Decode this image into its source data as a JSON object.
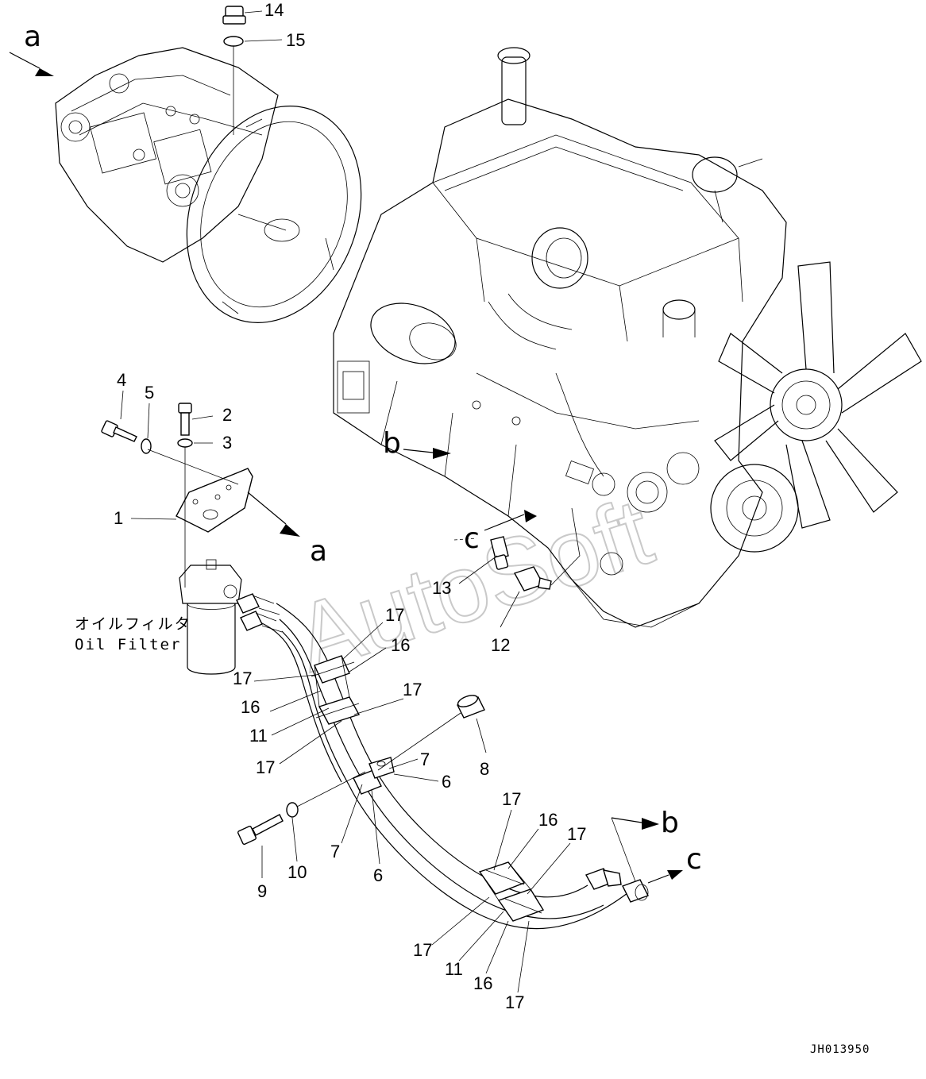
{
  "diagram": {
    "part_numbers": {
      "p1": "1",
      "p2": "2",
      "p3": "3",
      "p4": "4",
      "p5": "5",
      "p6a": "6",
      "p6b": "6",
      "p7a": "7",
      "p7b": "7",
      "p8": "8",
      "p9": "9",
      "p10": "10",
      "p11a": "11",
      "p11b": "11",
      "p12": "12",
      "p13": "13",
      "p14": "14",
      "p15": "15",
      "p16a": "16",
      "p16b": "16",
      "p16c": "16",
      "p16d": "16",
      "p17a": "17",
      "p17b": "17",
      "p17c": "17",
      "p17d": "17",
      "p17e": "17",
      "p17f": "17",
      "p17g": "17",
      "p17h": "17"
    },
    "reference_letters": {
      "a_top": "a",
      "a_bracket": "a",
      "b_engine": "b",
      "b_hose": "b",
      "c_engine": "c",
      "c_hose": "c"
    },
    "oil_filter_label_jp": "オイルフィルタ",
    "oil_filter_label_en": "Oil Filter",
    "drawing_code": "JH013950",
    "watermark": "AutoSoft"
  }
}
